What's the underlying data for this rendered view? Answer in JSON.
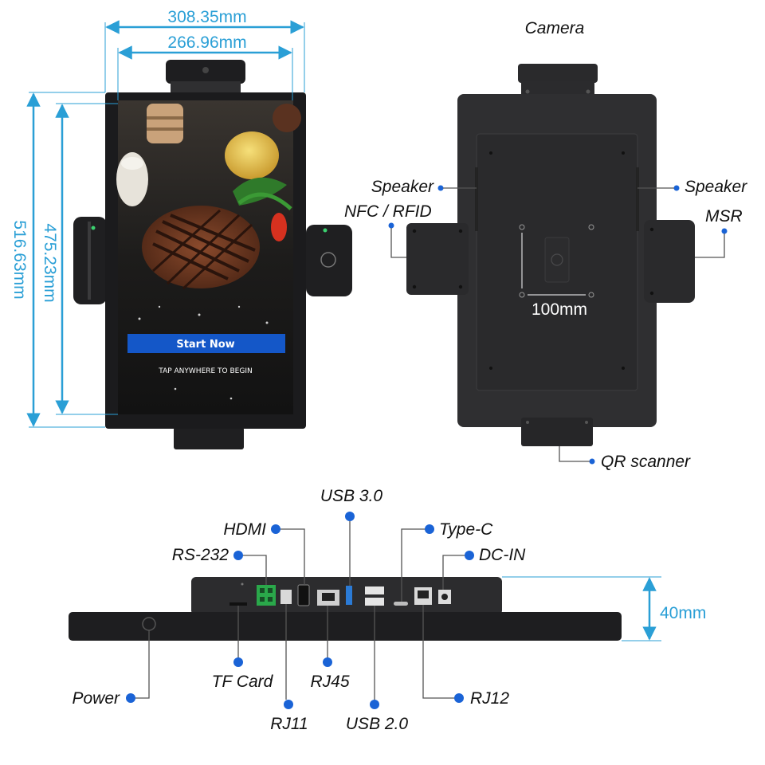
{
  "colors": {
    "dimension": "#2a9fd6",
    "label_dot": "#1a63d6",
    "device_body": "#2b2b2d",
    "start_button": "#1457c8"
  },
  "front_view": {
    "width_outer": "308.35mm",
    "width_screen": "266.96mm",
    "height_outer": "516.63mm",
    "height_screen": "475.23mm",
    "start_button_label": "Start Now",
    "tap_hint": "TAP ANYWHERE TO BEGIN"
  },
  "back_view": {
    "camera": "Camera",
    "speaker_left": "Speaker",
    "speaker_right": "Speaker",
    "nfc": "NFC / RFID",
    "msr": "MSR",
    "vesa": "100mm",
    "qr": "QR scanner"
  },
  "ports_view": {
    "usb3": "USB 3.0",
    "hdmi": "HDMI",
    "type_c": "Type-C",
    "rs232": "RS-232",
    "dc_in": "DC-IN",
    "depth": "40mm",
    "tf_card": "TF Card",
    "rj45": "RJ45",
    "power": "Power",
    "rj12": "RJ12",
    "rj11": "RJ11",
    "usb2": "USB 2.0"
  }
}
